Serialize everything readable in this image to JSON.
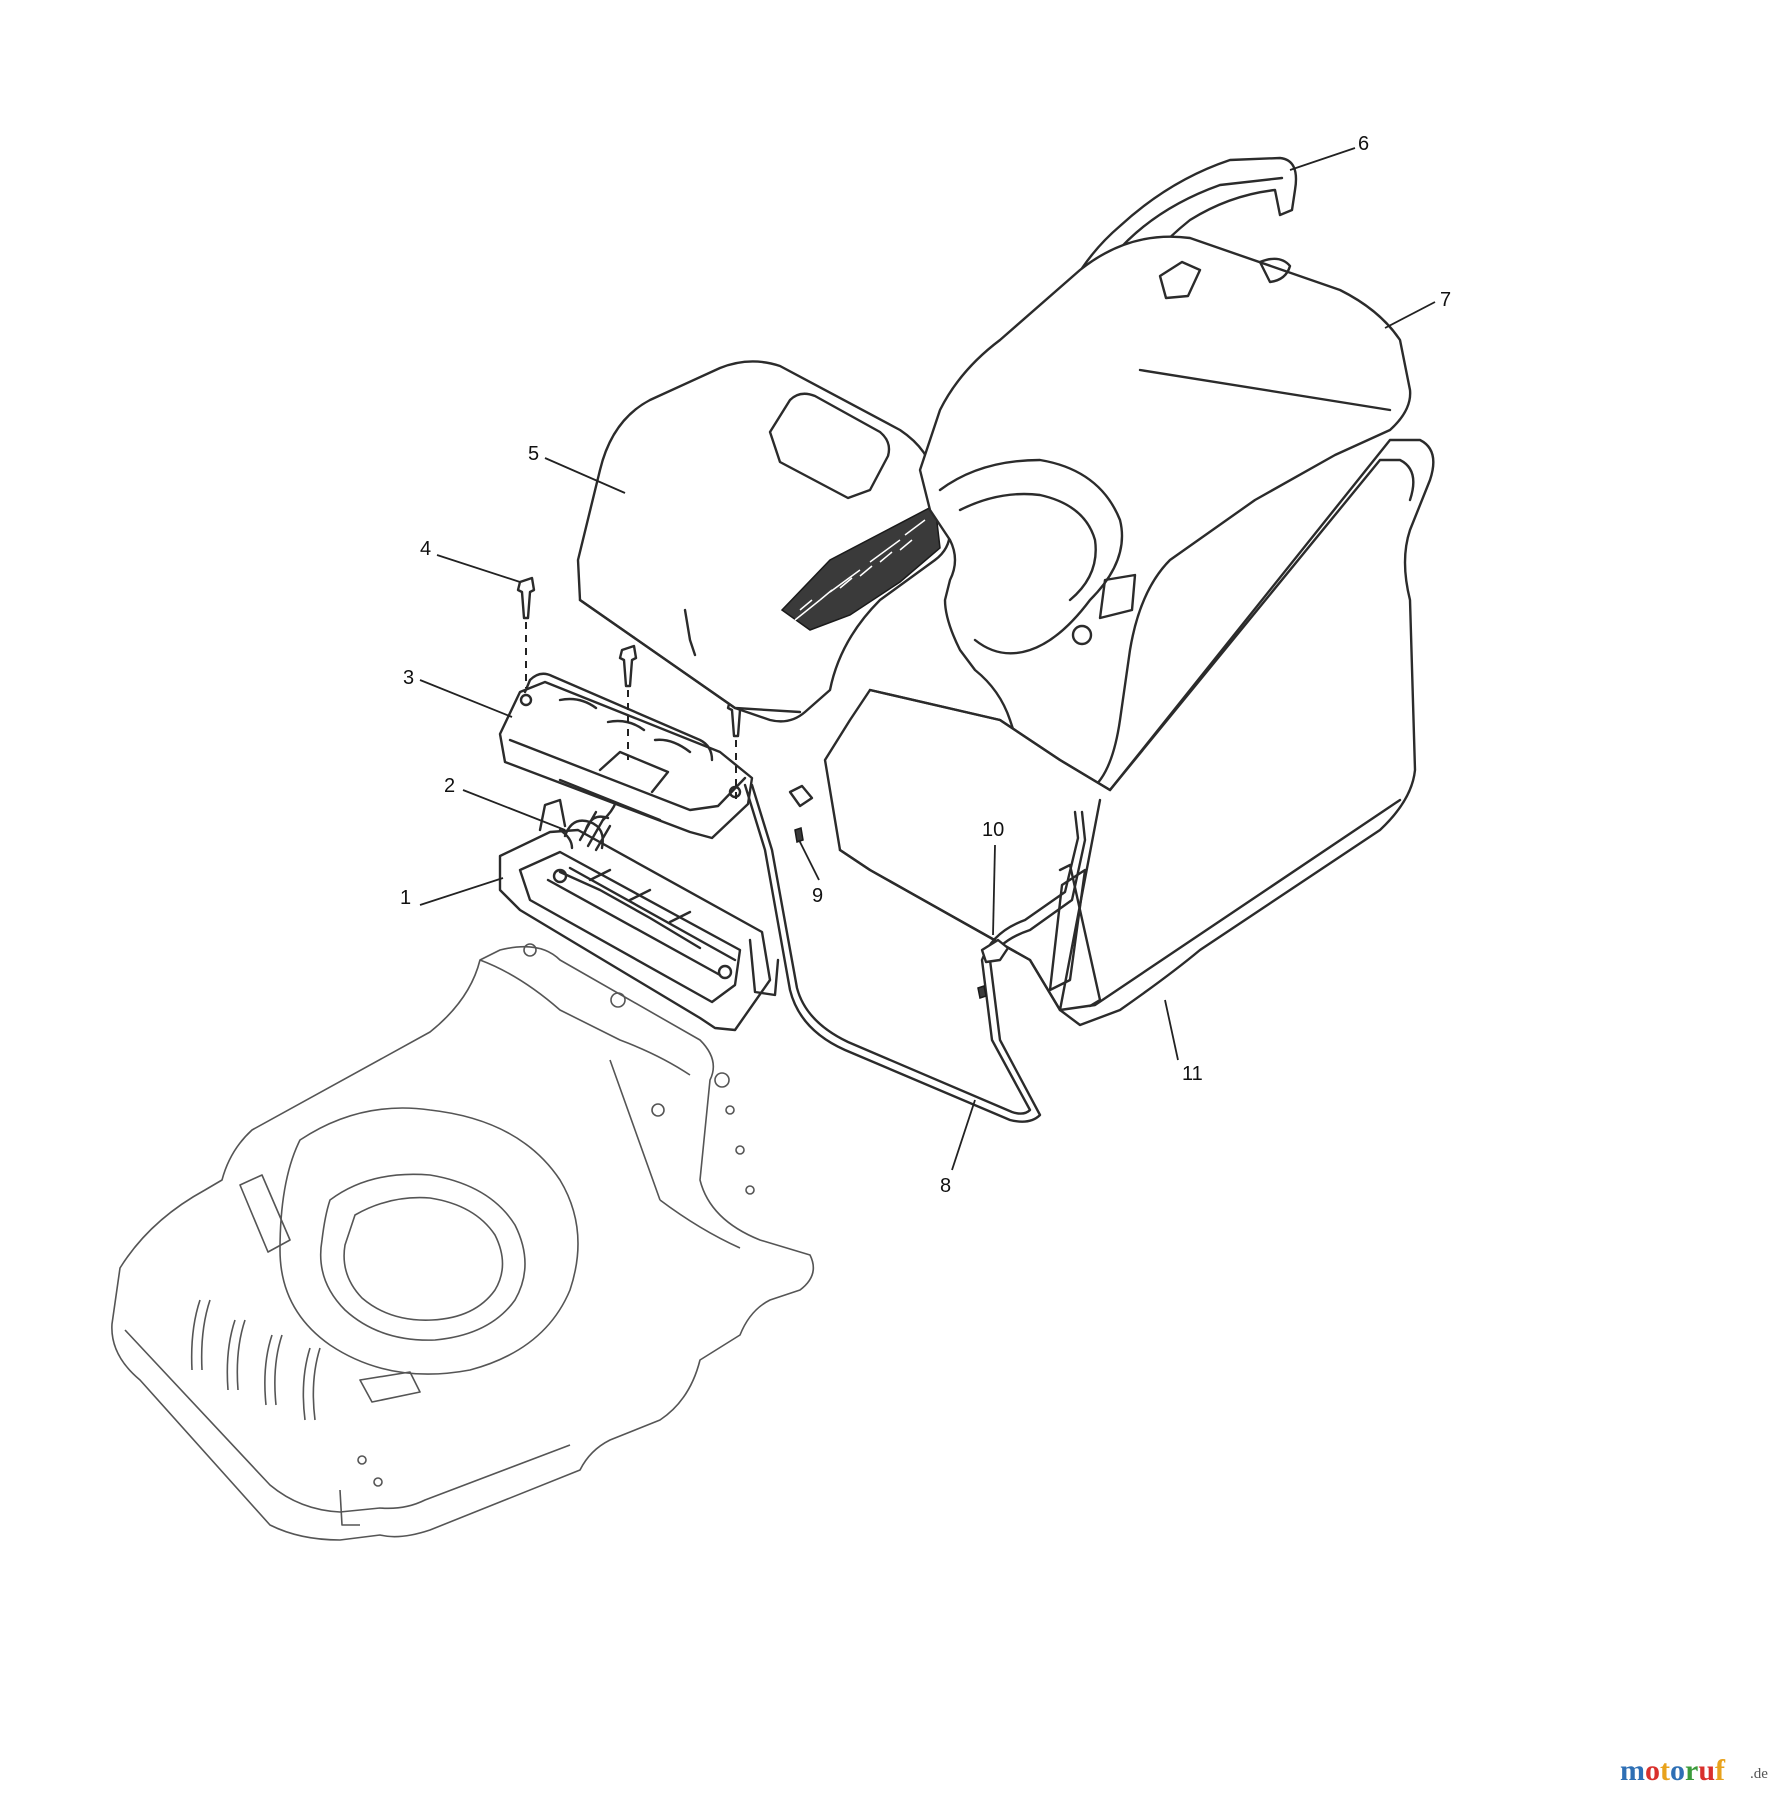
{
  "callouts": {
    "c1": "1",
    "c2": "2",
    "c3": "3",
    "c4": "4",
    "c5": "5",
    "c6": "6",
    "c7": "7",
    "c8": "8",
    "c9": "9",
    "c10": "10",
    "c11": "11"
  },
  "watermark": {
    "text": "motoruf",
    "suffix": ".de",
    "colors": [
      "#2e6fb5",
      "#d9302c",
      "#e8a21c",
      "#3b9b3b"
    ]
  }
}
